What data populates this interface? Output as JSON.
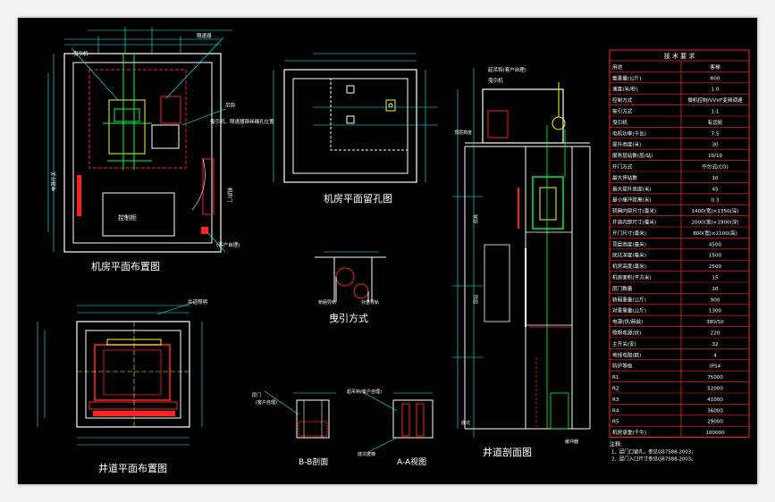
{
  "titles": {
    "machine_room_layout": "机房平面布置图",
    "machine_room_holes": "机房平面留孔图",
    "traction_method": "曳引方式",
    "shaft_layout": "井道平面布置图",
    "shaft_section": "井道剖面图",
    "section_b": "B-B剖面",
    "view_a": "A-A视图"
  },
  "labels": {
    "control_cabinet": "控制柜",
    "machine_room_door": "机房门",
    "client_prepared": "(客户自理)",
    "hook": "吊钩",
    "car_guide": "轿厢导轨",
    "cwt_guide": "对重导轨",
    "landing_door": "层门",
    "buffer": "缓冲器",
    "pit_ladder": "底坑爬梯",
    "shaft_light": "井道照明",
    "traction_machine": "曳引机",
    "overspeed_governor": "限速器",
    "lifting_hook": "起吊钩(客户自理)",
    "hole_note": "曳引机、限速器钢丝绳孔位置",
    "power_note": "电源开关",
    "ref_height": "层高",
    "pit": "底坑",
    "overhead": "顶层高度",
    "landing": "层站"
  },
  "spec_table": {
    "title": "技 术 要 求",
    "header": [
      "用途",
      "客梯"
    ],
    "rows": [
      [
        "载重量(公斤)",
        "800"
      ],
      [
        "速度(米/秒)",
        "1.0"
      ],
      [
        "控制方式",
        "微机控制/VVVF变频调速"
      ],
      [
        "拖引方式",
        "1:1"
      ],
      [
        "曳引机",
        "有齿轮"
      ],
      [
        "电机功率(千瓦)",
        "7.5"
      ],
      [
        "提升高度(米)",
        "30"
      ],
      [
        "服务层站数(层/站)",
        "10/10"
      ],
      [
        "开门方式",
        "中分式(CO)"
      ],
      [
        "最大停站数",
        "10"
      ],
      [
        "最大提升高度(米)",
        "45"
      ],
      [
        "最小缓冲距离(米)",
        "0.3"
      ],
      [
        "轿厢内部尺寸(毫米)",
        "1400(宽)×1350(深)"
      ],
      [
        "井道内部尺寸(毫米)",
        "2000(宽)×1900(深)"
      ],
      [
        "开门尺寸(毫米)",
        "800(宽)×2100(高)"
      ],
      [
        "顶层高度(毫米)",
        "4500"
      ],
      [
        "底坑深度(毫米)",
        "1500"
      ],
      [
        "机房高度(毫米)",
        "2500"
      ],
      [
        "机房面积(平方米)",
        "15"
      ],
      [
        "层门数量",
        "10"
      ],
      [
        "轿厢重量(公斤)",
        "900"
      ],
      [
        "对重重量(公斤)",
        "1300"
      ],
      [
        "电源(伏/赫兹)",
        "380/50"
      ],
      [
        "照明电源(伏)",
        "220"
      ],
      [
        "主开关(安)",
        "32"
      ],
      [
        "地线电阻(欧)",
        "4"
      ],
      [
        "防护等级",
        "IP54"
      ],
      [
        "R1",
        "75000"
      ],
      [
        "R2",
        "52000"
      ],
      [
        "R3",
        "41000"
      ],
      [
        "R4",
        "36000"
      ],
      [
        "R5",
        "29000"
      ],
      [
        "机房承重(千牛)",
        "100000"
      ]
    ],
    "notes_title": "注释:",
    "notes": [
      "1、层门口留孔，参见GB7588-2003；",
      "2、层门入口尺寸参见GB7588-2003。"
    ]
  },
  "colors": {
    "bg": "#000000",
    "wall": "#ffffff",
    "dim": "#00ffff",
    "red": "#ff2020",
    "green": "#00ff40",
    "yellow": "#ffff00",
    "magenta": "#ff40ff"
  }
}
